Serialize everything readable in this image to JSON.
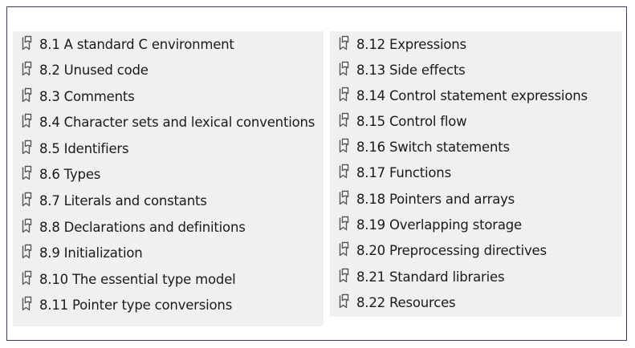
{
  "toc": {
    "left_column": [
      {
        "label": "8.1 A standard C environment",
        "icon": "bookmark-icon"
      },
      {
        "label": "8.2 Unused code",
        "icon": "bookmark-icon"
      },
      {
        "label": "8.3 Comments",
        "icon": "bookmark-icon"
      },
      {
        "label": "8.4 Character sets and lexical conventions",
        "icon": "bookmark-icon"
      },
      {
        "label": "8.5 Identifiers",
        "icon": "bookmark-icon"
      },
      {
        "label": "8.6 Types",
        "icon": "bookmark-icon"
      },
      {
        "label": "8.7 Literals and constants",
        "icon": "bookmark-icon"
      },
      {
        "label": "8.8 Declarations and definitions",
        "icon": "bookmark-icon"
      },
      {
        "label": "8.9 Initialization",
        "icon": "bookmark-icon"
      },
      {
        "label": "8.10 The essential type model",
        "icon": "bookmark-icon"
      },
      {
        "label": "8.11 Pointer type conversions",
        "icon": "bookmark-icon"
      }
    ],
    "right_column": [
      {
        "label": "8.12 Expressions",
        "icon": "bookmark-icon"
      },
      {
        "label": "8.13 Side effects",
        "icon": "bookmark-icon"
      },
      {
        "label": "8.14 Control statement expressions",
        "icon": "bookmark-icon"
      },
      {
        "label": "8.15 Control flow",
        "icon": "bookmark-icon"
      },
      {
        "label": "8.16 Switch statements",
        "icon": "bookmark-icon"
      },
      {
        "label": "8.17 Functions",
        "icon": "bookmark-icon"
      },
      {
        "label": "8.18 Pointers and arrays",
        "icon": "bookmark-icon"
      },
      {
        "label": "8.19 Overlapping storage",
        "icon": "bookmark-icon"
      },
      {
        "label": "8.20 Preprocessing directives",
        "icon": "bookmark-icon"
      },
      {
        "label": "8.21 Standard libraries",
        "icon": "bookmark-icon"
      },
      {
        "label": "8.22 Resources",
        "icon": "bookmark-icon"
      }
    ]
  },
  "colors": {
    "frame_border": "#3a3a78",
    "panel_bg": "#f0f0f0",
    "text": "#1a1a1a"
  }
}
